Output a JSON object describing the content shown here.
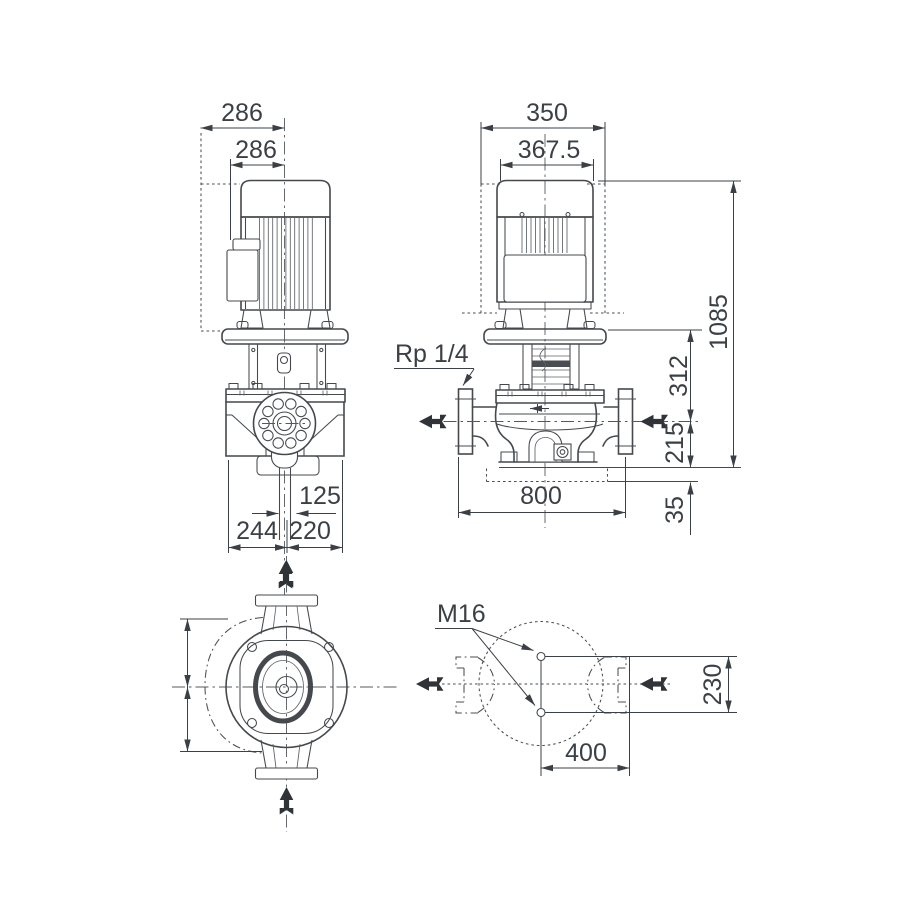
{
  "title": "Inline pump dimensional drawing",
  "colors": {
    "line": "#45494d",
    "text": "#3b4046",
    "centerline": "#55595d",
    "flow_arrow": "#303438",
    "background": "#ffffff"
  },
  "drawing": {
    "type": "technical-dimensional-drawing",
    "views": {
      "front": {
        "label": "front-view",
        "dims": {
          "envelope_width": "286",
          "motor_width": "286",
          "drain_offset": "125",
          "foot_left": "244",
          "foot_right": "220"
        }
      },
      "side": {
        "label": "side-view",
        "port_label": "Rp 1/4",
        "dims": {
          "envelope_width": "350",
          "motor_width": "367.5",
          "total_height": "1085",
          "flange_to_port": "312",
          "port_to_base": "215",
          "base_thickness": "35",
          "port_to_port": "800"
        }
      },
      "top": {
        "label": "top-view"
      },
      "base": {
        "label": "base-plan-view",
        "anchor_label": "M16",
        "dims": {
          "anchor_spacing": "400",
          "anchor_width": "230"
        }
      }
    }
  }
}
